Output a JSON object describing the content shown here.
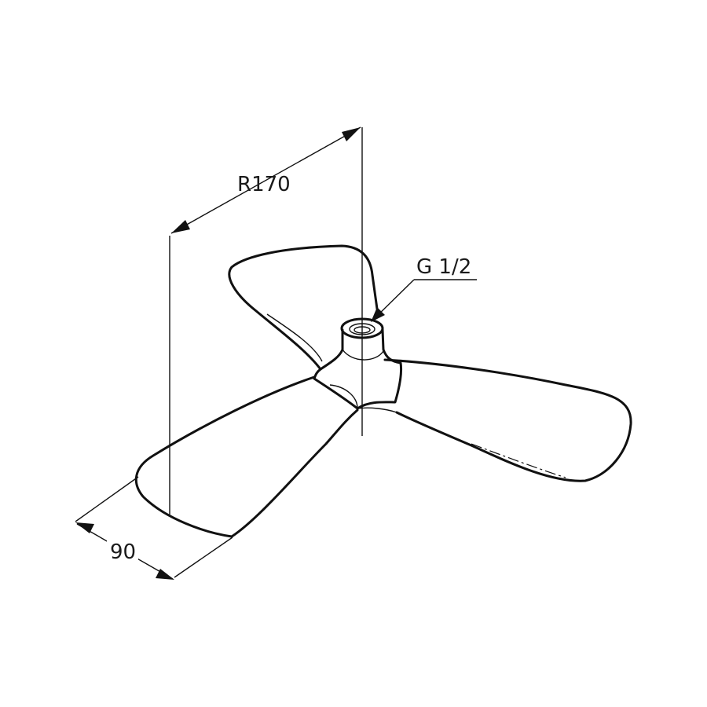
{
  "dimensions": {
    "radius_label": "R170",
    "connection_label": "G 1/2",
    "width_label": "90"
  }
}
